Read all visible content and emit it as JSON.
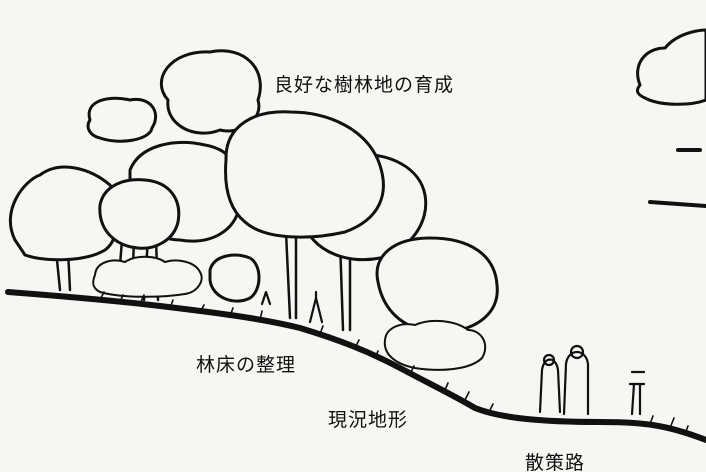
{
  "labels": {
    "forest_goal": "良好な樹林地の育成",
    "forest_floor": "林床の整理",
    "existing_terrain": "現況地形",
    "walking_path": "散策路"
  },
  "colors": {
    "ink": "#111111",
    "paper": "#f6f6f3"
  }
}
